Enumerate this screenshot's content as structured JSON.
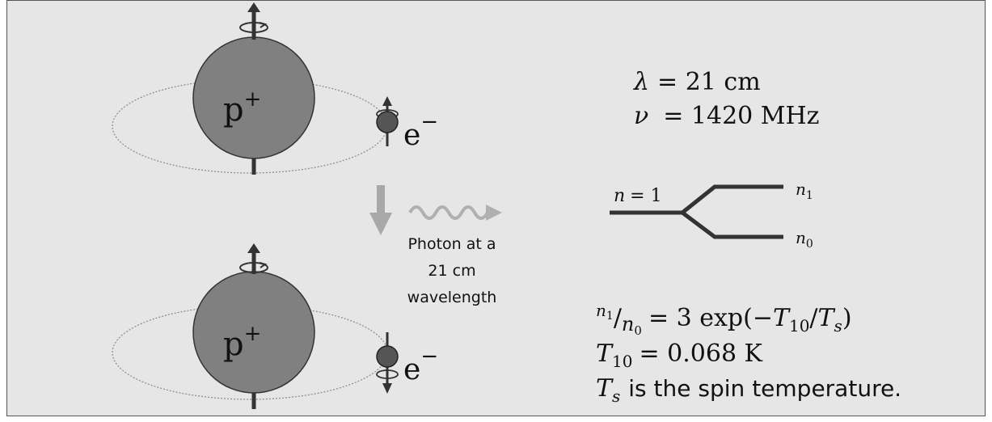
{
  "top_atom": {
    "proton_label": "p",
    "proton_charge": "+",
    "electron_label": "e",
    "electron_charge": "−"
  },
  "bottom_atom": {
    "proton_label": "p",
    "proton_charge": "+",
    "electron_label": "e",
    "electron_charge": "−"
  },
  "transition": {
    "caption_line1": "Photon at a",
    "caption_line2": "21 cm",
    "caption_line3": "wavelength"
  },
  "constants": {
    "lambda_symbol": "λ",
    "lambda_value": "= 21 cm",
    "nu_symbol": "ν",
    "nu_value": "= 1420 MHz"
  },
  "levels": {
    "ground_symbol": "n",
    "ground_value": "= 1",
    "upper_symbol": "n",
    "upper_sub": "1",
    "lower_symbol": "n",
    "lower_sub": "0"
  },
  "equations": {
    "ratio_num": "n",
    "ratio_num_sub": "1",
    "ratio_den": "n",
    "ratio_den_sub": "0",
    "ratio_rhs_prefix": "= 3 exp(−",
    "ratio_rhs_T": "T",
    "ratio_rhs_T_sub": "10",
    "ratio_rhs_slash": "/",
    "ratio_rhs_Ts": "T",
    "ratio_rhs_Ts_sub": "s",
    "ratio_rhs_close": ")",
    "t10_symbol": "T",
    "t10_sub": "10",
    "t10_value": "= 0.068 K",
    "ts_symbol": "T",
    "ts_sub": "s",
    "ts_text": "is the spin temperature."
  },
  "colors": {
    "background": "#e6e6e6",
    "proton_fill": "#808080",
    "electron_fill": "#555555",
    "arrow_gray": "#b0b0b0",
    "line_dark": "#333333"
  }
}
